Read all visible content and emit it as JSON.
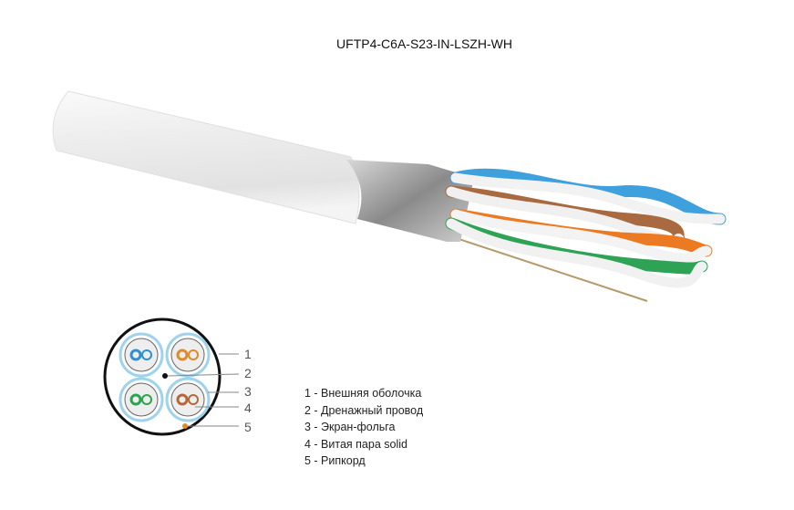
{
  "title": "UFTP4-C6A-S23-IN-LSZH-WH",
  "cross_section": {
    "callout_numbers": [
      "1",
      "2",
      "3",
      "4",
      "5"
    ]
  },
  "legend": [
    "1 - Внешняя оболочка",
    "2 - Дренажный провод",
    "3 - Экран-фольга",
    "4 - Витая пара solid",
    "5 - Рипкорд"
  ],
  "colors": {
    "blue": "#2f8fd0",
    "orange": "#e08a2a",
    "green": "#2ea34f",
    "brown": "#b5683a",
    "shield": "#9fd3ec"
  }
}
